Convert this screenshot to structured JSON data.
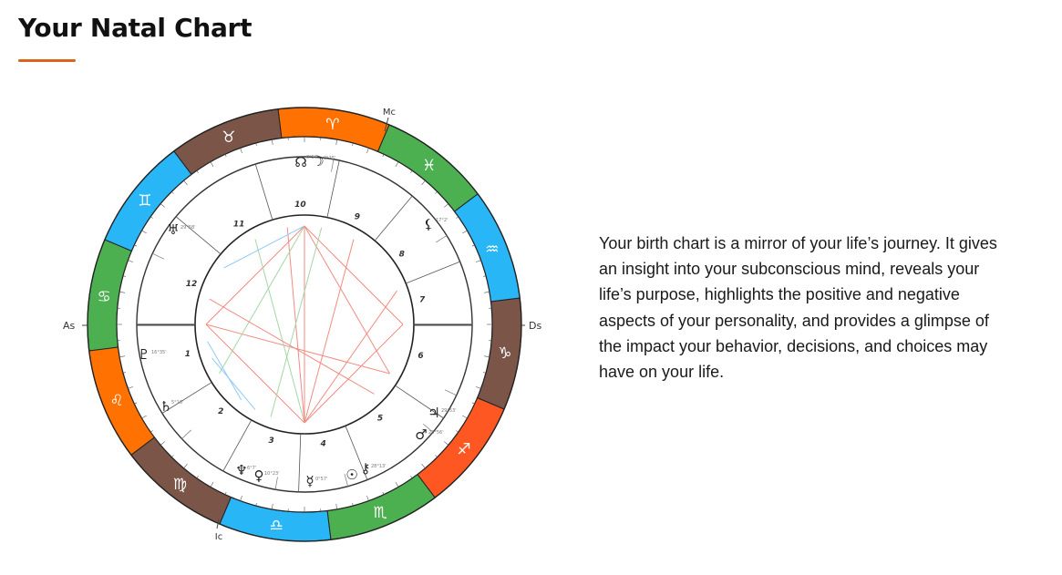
{
  "page": {
    "title": "Your Natal Chart",
    "accent_color": "#d9641e",
    "description": "Your birth chart is a mirror of your life’s journey. It gives an insight into your subconscious mind, reveals your life’s purpose, highlights the positive and negative aspects of your personality, and provides a glimpse of the impact your behavior, decisions, and choices may have on your life."
  },
  "chart": {
    "axes": [
      {
        "label": "Mc"
      },
      {
        "label": "As"
      },
      {
        "label": "Ds"
      },
      {
        "label": "Ic"
      }
    ],
    "signs": [
      {
        "name": "Aries",
        "glyph": "♈",
        "color": "#ff7100"
      },
      {
        "name": "Taurus",
        "glyph": "♉",
        "color": "#7a5548"
      },
      {
        "name": "Gemini",
        "glyph": "♊",
        "color": "#29b6f6"
      },
      {
        "name": "Cancer",
        "glyph": "♋",
        "color": "#4caf50"
      },
      {
        "name": "Leo",
        "glyph": "♌",
        "color": "#ff7100"
      },
      {
        "name": "Virgo",
        "glyph": "♍",
        "color": "#7a5548"
      },
      {
        "name": "Libra",
        "glyph": "♎",
        "color": "#29b6f6"
      },
      {
        "name": "Scorpio",
        "glyph": "♏",
        "color": "#4caf50"
      },
      {
        "name": "Sagittarius",
        "glyph": "♐",
        "color": "#ff5722"
      },
      {
        "name": "Capricorn",
        "glyph": "♑",
        "color": "#7a5548"
      },
      {
        "name": "Aquarius",
        "glyph": "♒",
        "color": "#29b6f6"
      },
      {
        "name": "Pisces",
        "glyph": "♓",
        "color": "#4caf50"
      }
    ],
    "houses": [
      "1",
      "2",
      "3",
      "4",
      "5",
      "6",
      "7",
      "8",
      "9",
      "10",
      "11",
      "12"
    ],
    "planets": [
      {
        "name": "North Node",
        "glyph": "☊",
        "degree": "0°57'"
      },
      {
        "name": "Moon",
        "glyph": "☽",
        "degree": "0°25'"
      },
      {
        "name": "Lilith",
        "glyph": "⚸",
        "degree": "17°2'"
      },
      {
        "name": "Uranus",
        "glyph": "♅",
        "degree": "29°58'"
      },
      {
        "name": "Pluto",
        "glyph": "♇",
        "degree": "16°35'"
      },
      {
        "name": "Saturn",
        "glyph": "♄",
        "degree": "5°16'"
      },
      {
        "name": "Neptune",
        "glyph": "♆",
        "degree": "6°7'"
      },
      {
        "name": "Venus",
        "glyph": "♀",
        "degree": "10°23'"
      },
      {
        "name": "Mercury",
        "glyph": "☿",
        "degree": "0°57'"
      },
      {
        "name": "Sun",
        "glyph": "☉",
        "degree": ""
      },
      {
        "name": "Chiron",
        "glyph": "⚷",
        "degree": "28°13'"
      },
      {
        "name": "Jupiter",
        "glyph": "♃",
        "degree": "29°53'"
      },
      {
        "name": "Mars",
        "glyph": "♂",
        "degree": "28°56'"
      }
    ]
  }
}
